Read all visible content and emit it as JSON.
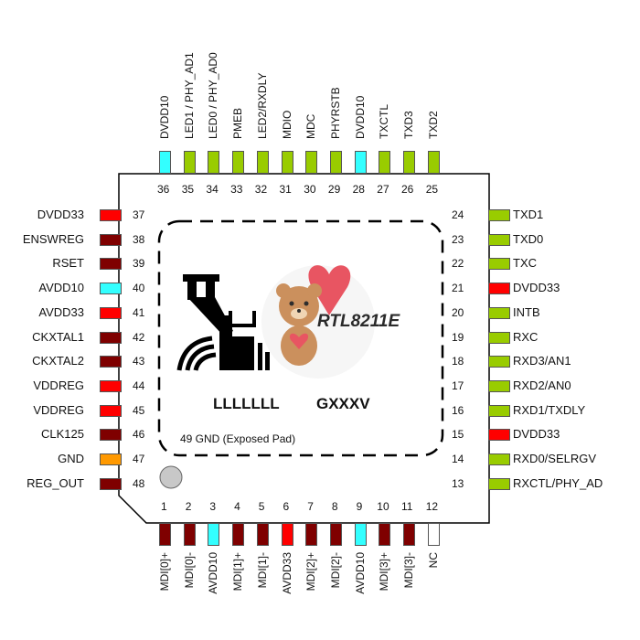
{
  "chip": {
    "part_text": "RTL8211E",
    "marking_left": "LLLLLLL",
    "marking_right": "GXXXV",
    "exposed_pad": "49 GND (Exposed Pad)"
  },
  "pins_left": [
    {
      "num": "37",
      "name": "DVDD33",
      "color": "#ff0000"
    },
    {
      "num": "38",
      "name": "ENSWREG",
      "color": "#7f0000"
    },
    {
      "num": "39",
      "name": "RSET",
      "color": "#7f0000"
    },
    {
      "num": "40",
      "name": "AVDD10",
      "color": "#33ffff"
    },
    {
      "num": "41",
      "name": "AVDD33",
      "color": "#ff0000"
    },
    {
      "num": "42",
      "name": "CKXTAL1",
      "color": "#7f0000"
    },
    {
      "num": "43",
      "name": "CKXTAL2",
      "color": "#7f0000"
    },
    {
      "num": "44",
      "name": "VDDREG",
      "color": "#ff0000"
    },
    {
      "num": "45",
      "name": "VDDREG",
      "color": "#ff0000"
    },
    {
      "num": "46",
      "name": "CLK125",
      "color": "#7f0000"
    },
    {
      "num": "47",
      "name": "GND",
      "color": "#ff9900"
    },
    {
      "num": "48",
      "name": "REG_OUT",
      "color": "#7f0000"
    }
  ],
  "pins_right": [
    {
      "num": "24",
      "name": "TXD1",
      "color": "#99cc00"
    },
    {
      "num": "23",
      "name": "TXD0",
      "color": "#99cc00"
    },
    {
      "num": "22",
      "name": "TXC",
      "color": "#99cc00"
    },
    {
      "num": "21",
      "name": "DVDD33",
      "color": "#ff0000"
    },
    {
      "num": "20",
      "name": "INTB",
      "color": "#99cc00"
    },
    {
      "num": "19",
      "name": "RXC",
      "color": "#99cc00"
    },
    {
      "num": "18",
      "name": "RXD3/AN1",
      "color": "#99cc00"
    },
    {
      "num": "17",
      "name": "RXD2/AN0",
      "color": "#99cc00"
    },
    {
      "num": "16",
      "name": "RXD1/TXDLY",
      "color": "#99cc00"
    },
    {
      "num": "15",
      "name": "DVDD33",
      "color": "#ff0000"
    },
    {
      "num": "14",
      "name": "RXD0/SELRGV",
      "color": "#99cc00"
    },
    {
      "num": "13",
      "name": "RXCTL/PHY_AD",
      "color": "#99cc00"
    }
  ],
  "pins_top": [
    {
      "num": "36",
      "name": "DVDD10",
      "color": "#33ffff"
    },
    {
      "num": "35",
      "name": "LED1 / PHY_AD1",
      "color": "#99cc00"
    },
    {
      "num": "34",
      "name": "LED0 / PHY_AD0",
      "color": "#99cc00"
    },
    {
      "num": "33",
      "name": "PMEB",
      "color": "#99cc00"
    },
    {
      "num": "32",
      "name": "LED2/RXDLY",
      "color": "#99cc00"
    },
    {
      "num": "31",
      "name": "MDIO",
      "color": "#99cc00"
    },
    {
      "num": "30",
      "name": "MDC",
      "color": "#99cc00"
    },
    {
      "num": "29",
      "name": "PHYRSTB",
      "color": "#99cc00"
    },
    {
      "num": "28",
      "name": "DVDD10",
      "color": "#33ffff"
    },
    {
      "num": "27",
      "name": "TXCTL",
      "color": "#99cc00"
    },
    {
      "num": "26",
      "name": "TXD3",
      "color": "#99cc00"
    },
    {
      "num": "25",
      "name": "TXD2",
      "color": "#99cc00"
    }
  ],
  "pins_bottom": [
    {
      "num": "1",
      "name": "MDI[0]+",
      "color": "#7f0000"
    },
    {
      "num": "2",
      "name": "MDI[0]-",
      "color": "#7f0000"
    },
    {
      "num": "3",
      "name": "AVDD10",
      "color": "#33ffff"
    },
    {
      "num": "4",
      "name": "MDI[1]+",
      "color": "#7f0000"
    },
    {
      "num": "5",
      "name": "MDI[1]-",
      "color": "#7f0000"
    },
    {
      "num": "6",
      "name": "AVDD33",
      "color": "#ff0000"
    },
    {
      "num": "7",
      "name": "MDI[2]+",
      "color": "#7f0000"
    },
    {
      "num": "8",
      "name": "MDI[2]-",
      "color": "#7f0000"
    },
    {
      "num": "9",
      "name": "AVDD10",
      "color": "#33ffff"
    },
    {
      "num": "10",
      "name": "MDI[3]+",
      "color": "#7f0000"
    },
    {
      "num": "11",
      "name": "MDI[3]-",
      "color": "#7f0000"
    },
    {
      "num": "12",
      "name": "NC",
      "color": "#ffffff"
    }
  ],
  "icons": {
    "logo": "realtek-crab-logo",
    "mascot": "teddy-bear-heart-watermark",
    "pin1_marker": "pin1-dot-icon"
  }
}
